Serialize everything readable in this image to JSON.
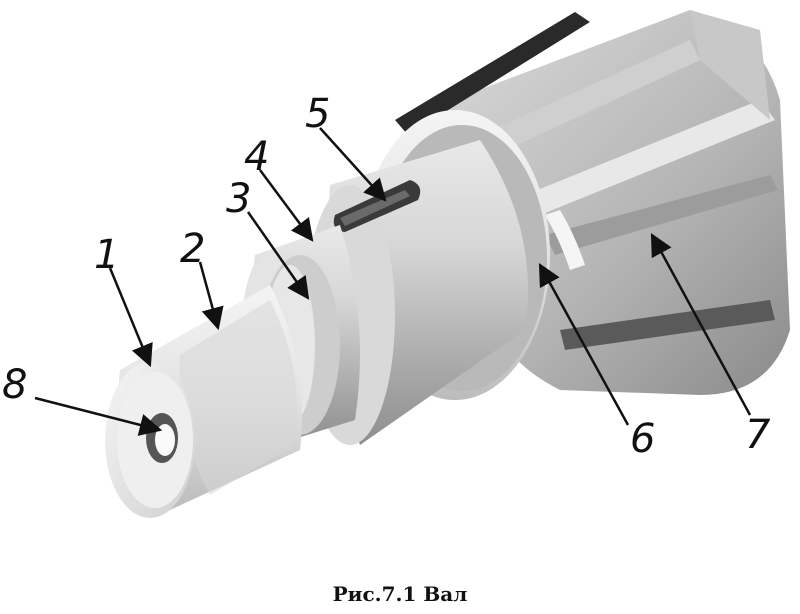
{
  "callouts": [
    {
      "id": "1",
      "label": "1"
    },
    {
      "id": "2",
      "label": "2"
    },
    {
      "id": "3",
      "label": "3"
    },
    {
      "id": "4",
      "label": "4"
    },
    {
      "id": "5",
      "label": "5"
    },
    {
      "id": "6",
      "label": "6"
    },
    {
      "id": "7",
      "label": "7"
    },
    {
      "id": "8",
      "label": "8"
    }
  ],
  "caption": "Рис.7.1 Вал"
}
